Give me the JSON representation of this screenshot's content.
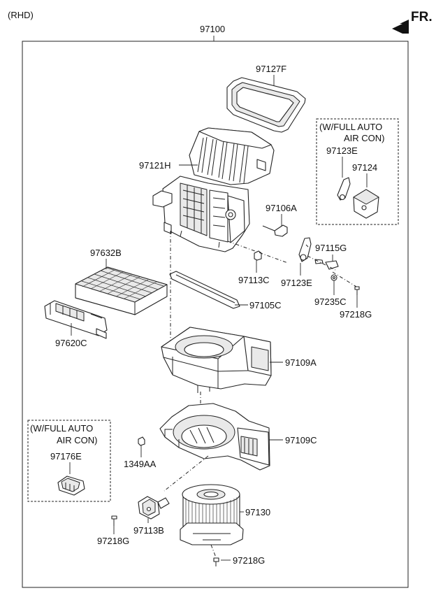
{
  "header": {
    "variant": "(RHD)",
    "direction": "FR.",
    "assembly": "97100"
  },
  "parts": {
    "p97127F": "97127F",
    "p97121H": "97121H",
    "p97106A": "97106A",
    "p97632B": "97632B",
    "p97115G": "97115G",
    "p97113C": "97113C",
    "p97123E_main": "97123E",
    "p97235C": "97235C",
    "p97218G_top": "97218G",
    "p97105C": "97105C",
    "p97620C": "97620C",
    "p97109A": "97109A",
    "p97109C": "97109C",
    "p1349AA": "1349AA",
    "p97130": "97130",
    "p97113B": "97113B",
    "p97218G_left": "97218G",
    "p97218G_bottom": "97218G"
  },
  "option_box_right": {
    "title_line1": "(W/FULL AUTO",
    "title_line2": "AIR CON)",
    "part_a": "97123E",
    "part_b": "97124"
  },
  "option_box_left": {
    "title_line1": "(W/FULL AUTO",
    "title_line2": "AIR CON)",
    "part_a": "97176E"
  }
}
